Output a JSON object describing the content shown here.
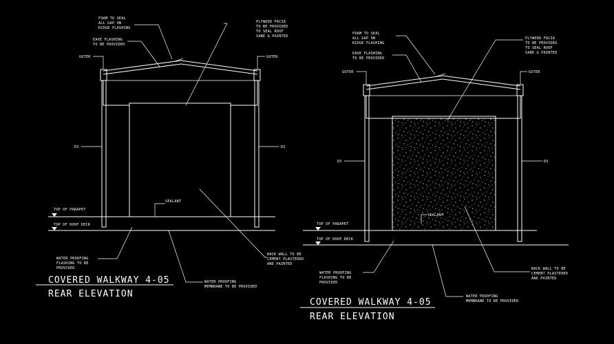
{
  "drawings": [
    {
      "title": "COVERED WALKWAY 4-05",
      "subtitle": "REAR ELEVATION",
      "labels": {
        "foam": [
          "FOAM TO SEAL",
          "ALL GAP ON",
          "RIDGE FLASHING"
        ],
        "plywood": [
          "PLYWOOD FACIA",
          "TO BE PROVIDED",
          "TO SEAL ROOF",
          "SANE & PAINTED"
        ],
        "eave": [
          "EAVE FLASHING",
          "TO BE PROVIDED"
        ],
        "gutter_left": "GUTER",
        "gutter_right": "GUTER",
        "ds_left": "DS",
        "ds_right": "DS",
        "sealant": "SEALANT",
        "parapet": "TOP OF PARAPET",
        "roof_deck": "TOP OF ROOF DECK",
        "waterproof_flash": [
          "WATER PROOFING",
          "FLASHING TO BE",
          "PROVIDED"
        ],
        "back_wall": [
          "BACK WALL TO BE",
          "CEMENT PLASTERED",
          "AND PAINTED"
        ],
        "membrane": [
          "WATER PROOFING",
          "MEMBRANE TO BE PROVIDED"
        ]
      }
    },
    {
      "title": "COVERED WALKWAY 4-05",
      "subtitle": "REAR ELEVATION",
      "labels": {
        "foam": [
          "FOAM TO SEAL",
          "ALL GAP ON",
          "RIDGE FLASHING"
        ],
        "plywood": [
          "PLYWOOD FACIA",
          "TO BE PROVIDED",
          "TO SEAL ROOF",
          "SANE & PAINTED"
        ],
        "eave": [
          "EAVE FLASHING",
          "TO BE PROVIDED"
        ],
        "gutter_left": "GUTER",
        "gutter_right": "GUTER",
        "ds_left": "DS",
        "ds_right": "DS",
        "sealant": "SEALANT",
        "parapet": "TOP OF PARAPET",
        "roof_deck": "TOP OF ROOF DECK",
        "waterproof_flash": [
          "WATER PROOFING",
          "FLASHING TO BE",
          "PROVIDED"
        ],
        "back_wall": [
          "BACK WALL TO BE",
          "CEMENT PLASTERED",
          "AND PAINTED"
        ],
        "membrane": [
          "WATER PROOFING",
          "MEMBRANE TO BE PROVIDED"
        ]
      }
    }
  ],
  "colors": {
    "background": "#000000",
    "linework": "#ffffff"
  }
}
